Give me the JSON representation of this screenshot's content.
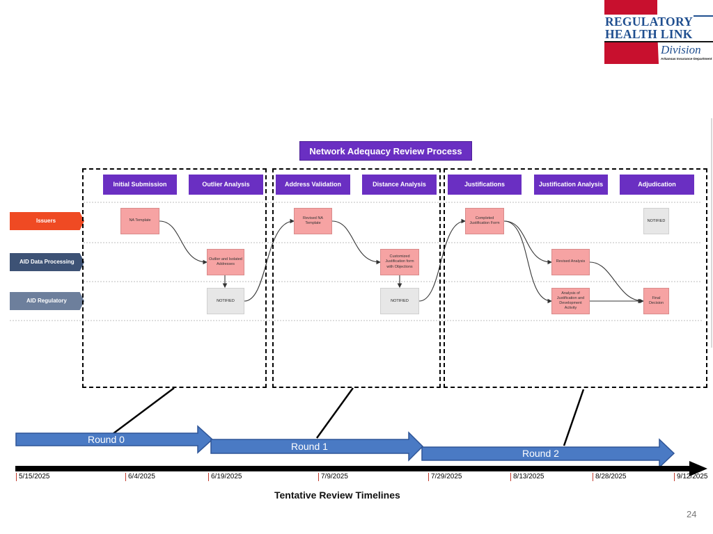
{
  "logo": {
    "line1": "REGULATORY",
    "line2": "HEALTH LINK",
    "line3": "Division",
    "line4": "Arkansas Insurance Department"
  },
  "diagram": {
    "title": "Network Adequacy Review Process",
    "stages": [
      "Initial Submission",
      "Outlier Analysis",
      "Address Validation",
      "Distance Analysis",
      "Justifications",
      "Justification Analysis",
      "Adjudication"
    ],
    "lanes": [
      "Issuers",
      "AID Data Processing",
      "AID Regulatory"
    ],
    "nodes": {
      "na_template": "NA Template",
      "outlier_addresses": "Outlier and Isolated Addresses",
      "notified_1": "NOTIFIED",
      "revised_template": "Revised NA Template",
      "customized_form": "Customized Justification form with Objections",
      "notified_2": "NOTIFIED",
      "completed_form": "Completed Justification Form",
      "revised_analysis": "Revised Analysis",
      "analysis_justification": "Analysis of Justification and Development Activity",
      "notified_3": "NOTIFIED",
      "final_decision": "Final Decision"
    }
  },
  "timeline": {
    "rounds": [
      "Round 0",
      "Round 1",
      "Round 2"
    ],
    "dates": [
      "5/15/2025",
      "6/4/2025",
      "6/19/2025",
      "7/9/2025",
      "7/29/2025",
      "8/13/2025",
      "8/28/2025",
      "9/12/2025"
    ],
    "caption": "Tentative Review Timelines"
  },
  "colors": {
    "stage_purple": "#6a2fc2",
    "issuers_orange": "#ef4a23",
    "data_processing_navy": "#3d5275",
    "regulatory_slate": "#6d7f9c",
    "process_pink": "#f6a3a3",
    "notified_gray": "#e7e7e7",
    "round_arrow_blue": "#4a7ac4"
  },
  "page_number": "24"
}
